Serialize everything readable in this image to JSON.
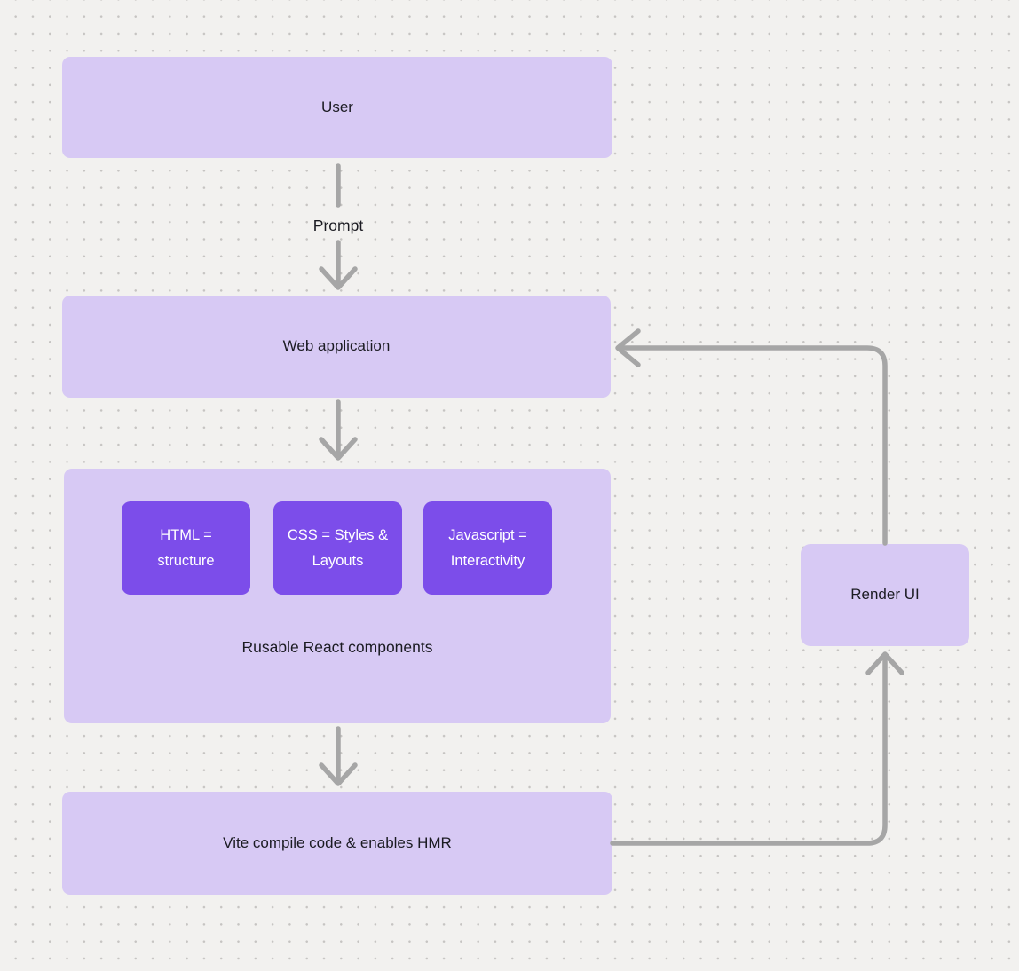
{
  "diagram": {
    "colors": {
      "background": "#f2f1ef",
      "dot": "#c6c4c2",
      "node_fill": "#d7c9f4",
      "node_text": "#1b1b22",
      "accent_fill": "#7c4dea",
      "accent_text": "#ffffff",
      "arrow": "#a6a6a6"
    },
    "nodes": {
      "user": {
        "label": "User"
      },
      "web_application": {
        "label": "Web application"
      },
      "components_group": {
        "caption": "Rusable React components"
      },
      "html_box": {
        "label": "HTML = structure"
      },
      "css_box": {
        "label": "CSS = Styles & Layouts"
      },
      "js_box": {
        "label": "Javascript = Interactivity"
      },
      "vite": {
        "label": "Vite compile code & enables HMR"
      },
      "render_ui": {
        "label": "Render UI"
      }
    },
    "edges": {
      "user_to_web": {
        "label": "Prompt"
      }
    }
  }
}
